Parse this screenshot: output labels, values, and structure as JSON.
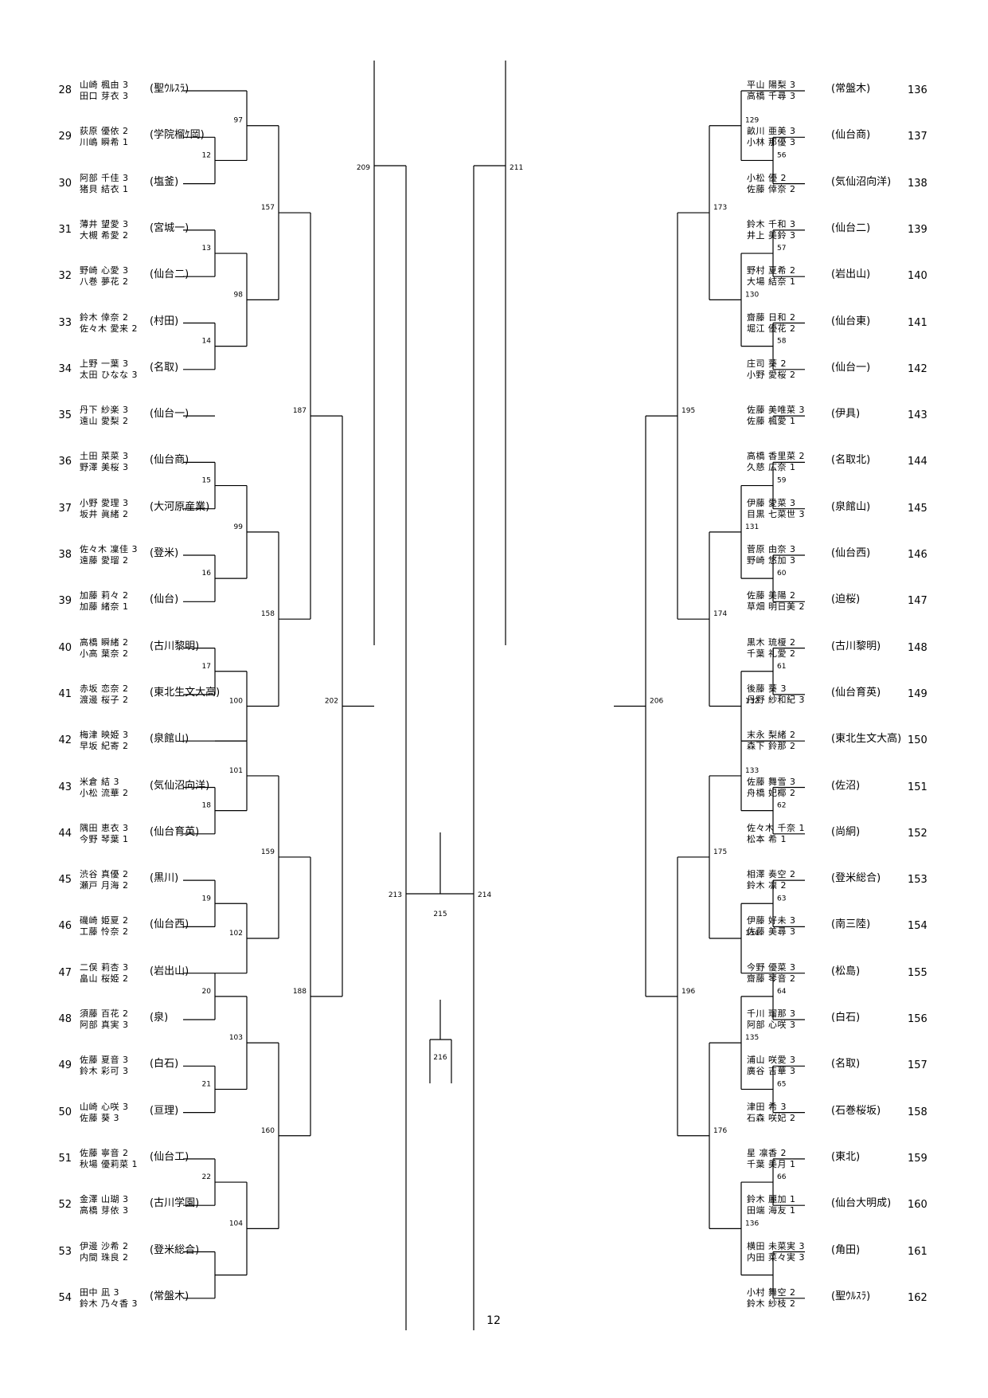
{
  "left_entries": [
    {
      "num": "28",
      "p1": "山崎 楓由 3",
      "p2": "田口 芽衣 3",
      "school": "(聖ｳﾙｽﾗ)"
    },
    {
      "num": "29",
      "p1": "荻原 優依 2",
      "p2": "川嶋 瞬希 1",
      "school": "(学院榴ｹ岡)"
    },
    {
      "num": "30",
      "p1": "阿部 千佳 3",
      "p2": "猪貝 結衣 1",
      "school": "(塩釜)"
    },
    {
      "num": "31",
      "p1": "薄井 望愛 3",
      "p2": "大槻 希愛 2",
      "school": "(宮城一)"
    },
    {
      "num": "32",
      "p1": "野崎 心愛 3",
      "p2": "八巻 夢花 2",
      "school": "(仙台二)"
    },
    {
      "num": "33",
      "p1": "鈴木 倖奈 2",
      "p2": "佐々木 愛来 2",
      "school": "(村田)"
    },
    {
      "num": "34",
      "p1": "上野 一葉 3",
      "p2": "太田 ひなな 3",
      "school": "(名取)"
    },
    {
      "num": "35",
      "p1": "丹下 紗楽 3",
      "p2": "遠山 愛梨 2",
      "school": "(仙台一)"
    },
    {
      "num": "36",
      "p1": "土田 菜菜 3",
      "p2": "野澤 美桜 3",
      "school": "(仙台商)"
    },
    {
      "num": "37",
      "p1": "小野 愛理 3",
      "p2": "坂井 眞緒 2",
      "school": "(大河原産業)"
    },
    {
      "num": "38",
      "p1": "佐々木 凜佳 3",
      "p2": "遠藤 愛瑠 2",
      "school": "(登米)"
    },
    {
      "num": "39",
      "p1": "加藤 莉々 2",
      "p2": "加藤 緒奈 1",
      "school": "(仙台)"
    },
    {
      "num": "40",
      "p1": "高橋 瞬緒 2",
      "p2": "小高 葉奈 2",
      "school": "(古川黎明)"
    },
    {
      "num": "41",
      "p1": "赤坂 恋奈 2",
      "p2": "渡邊 桜子 2",
      "school": "(東北生文大高)"
    },
    {
      "num": "42",
      "p1": "梅津 映姫 3",
      "p2": "早坂 紀寄 2",
      "school": "(泉館山)"
    },
    {
      "num": "43",
      "p1": "米倉 結 3",
      "p2": "小松 流華 2",
      "school": "(気仙沼向洋)"
    },
    {
      "num": "44",
      "p1": "隅田 恵衣 3",
      "p2": "今野 琴葉 1",
      "school": "(仙台育英)"
    },
    {
      "num": "45",
      "p1": "渋谷 真優 2",
      "p2": "瀬戸 月海 2",
      "school": "(黒川)"
    },
    {
      "num": "46",
      "p1": "磯崎 姫夏 2",
      "p2": "工藤 怜奈 2",
      "school": "(仙台西)"
    },
    {
      "num": "47",
      "p1": "二俣 莉杏 3",
      "p2": "畠山 桜姫 2",
      "school": "(岩出山)"
    },
    {
      "num": "48",
      "p1": "須藤 百花 2",
      "p2": "阿部 真実 3",
      "school": "(泉)"
    },
    {
      "num": "49",
      "p1": "佐藤 夏音 3",
      "p2": "鈴木 彩可 3",
      "school": "(白石)"
    },
    {
      "num": "50",
      "p1": "山崎 心咲 3",
      "p2": "佐藤 葵 3",
      "school": "(亘理)"
    },
    {
      "num": "51",
      "p1": "佐藤 寧音 2",
      "p2": "秋場 優莉菜 1",
      "school": "(仙台工)"
    },
    {
      "num": "52",
      "p1": "金澤 山瑚 3",
      "p2": "高橋 芽依 3",
      "school": "(古川学園)"
    },
    {
      "num": "53",
      "p1": "伊邊 沙希 2",
      "p2": "内間 珠良 2",
      "school": "(登米総合)"
    },
    {
      "num": "54",
      "p1": "田中 凪 3",
      "p2": "鈴木 乃々香 3",
      "school": "(常盤木)"
    }
  ],
  "right_entries": [
    {
      "num": "136",
      "p1": "平山 陽梨 3",
      "p2": "高橋 千尋 3",
      "school": "(常盤木)"
    },
    {
      "num": "137",
      "p1": "畝川 亜美 3",
      "p2": "小林 那優 3",
      "school": "(仙台商)"
    },
    {
      "num": "138",
      "p1": "小松 優 2",
      "p2": "佐藤 倖奈 2",
      "school": "(気仙沼向洋)"
    },
    {
      "num": "139",
      "p1": "鈴木 千和 3",
      "p2": "井上 美鈴 3",
      "school": "(仙台二)"
    },
    {
      "num": "140",
      "p1": "野村 夏希 2",
      "p2": "大場 結奈 1",
      "school": "(岩出山)"
    },
    {
      "num": "141",
      "p1": "齋藤 日和 2",
      "p2": "堀江 優花 2",
      "school": "(仙台東)"
    },
    {
      "num": "142",
      "p1": "庄司 葵 2",
      "p2": "小野 愛桜 2",
      "school": "(仙台一)"
    },
    {
      "num": "143",
      "p1": "佐藤 美唯菜 3",
      "p2": "佐藤 楓愛 1",
      "school": "(伊具)"
    },
    {
      "num": "144",
      "p1": "高橋 香里菜 2",
      "p2": "久慈 広奈 1",
      "school": "(名取北)"
    },
    {
      "num": "145",
      "p1": "伊藤 愛菜 3",
      "p2": "目黒 七菜世 3",
      "school": "(泉館山)"
    },
    {
      "num": "146",
      "p1": "菅原 由奈 3",
      "p2": "野崎 悠加 3",
      "school": "(仙台西)"
    },
    {
      "num": "147",
      "p1": "佐藤 美陽 2",
      "p2": "草畑 明日美 2",
      "school": "(迫桜)"
    },
    {
      "num": "148",
      "p1": "黒木 琉榎 2",
      "p2": "千葉 礼愛 2",
      "school": "(古川黎明)"
    },
    {
      "num": "149",
      "p1": "後藤 葵 3",
      "p2": "丹野 紗和紀 3",
      "school": "(仙台育英)"
    },
    {
      "num": "150",
      "p1": "末永 梨緒 2",
      "p2": "森下 鈴那 2",
      "school": "(東北生文大高)"
    },
    {
      "num": "151",
      "p1": "佐藤 舞雪 3",
      "p2": "舟橋 妃椰 2",
      "school": "(佐沼)"
    },
    {
      "num": "152",
      "p1": "佐々木 千奈 1",
      "p2": "松本 希 1",
      "school": "(尚絅)"
    },
    {
      "num": "153",
      "p1": "相澤 奏空 2",
      "p2": "鈴木 凛 2",
      "school": "(登米総合)"
    },
    {
      "num": "154",
      "p1": "伊藤 好未 3",
      "p2": "佐藤 美尋 3",
      "school": "(南三陸)"
    },
    {
      "num": "155",
      "p1": "今野 優菜 3",
      "p2": "齋藤 琴音 2",
      "school": "(松島)"
    },
    {
      "num": "156",
      "p1": "千川 瑠那 3",
      "p2": "阿部 心咲 3",
      "school": "(白石)"
    },
    {
      "num": "157",
      "p1": "浦山 咲愛 3",
      "p2": "廣谷 吉華 3",
      "school": "(名取)"
    },
    {
      "num": "158",
      "p1": "津田 希 3",
      "p2": "石森 咲妃 2",
      "school": "(石巻桜坂)"
    },
    {
      "num": "159",
      "p1": "星 凛香 2",
      "p2": "千葉 美月 1",
      "school": "(東北)"
    },
    {
      "num": "160",
      "p1": "鈴木 麗加 1",
      "p2": "田端 海友 1",
      "school": "(仙台大明成)"
    },
    {
      "num": "161",
      "p1": "横田 未菜実 3",
      "p2": "内田 菜々実 3",
      "school": "(角田)"
    },
    {
      "num": "162",
      "p1": "小村 舞空 2",
      "p2": "鈴木 紗枝 2",
      "school": "(聖ｳﾙｽﾗ)"
    }
  ],
  "left_matches": {
    "r1": [
      "97",
      "12",
      "13",
      "98",
      "14",
      "15",
      "99",
      "16",
      "17",
      "100",
      "101",
      "18",
      "19",
      "102",
      "20",
      "103",
      "21",
      "22",
      "104"
    ],
    "r2": [
      "157",
      "158",
      "159",
      "160"
    ],
    "r3": [
      "187",
      "188"
    ],
    "r4": "202",
    "semi": "209"
  },
  "right_matches": {
    "r1": [
      "129",
      "56",
      "57",
      "130",
      "58",
      "59",
      "131",
      "60",
      "61",
      "132",
      "133",
      "62",
      "63",
      "134",
      "64",
      "135",
      "65",
      "66",
      "136"
    ],
    "r2": [
      "173",
      "174",
      "175",
      "176"
    ],
    "r3": [
      "195",
      "196"
    ],
    "r4": "206",
    "semi": "211"
  },
  "center_matches": {
    "left": "213",
    "right": "214",
    "middle": "215",
    "bottom": "216"
  },
  "page_number": "12"
}
